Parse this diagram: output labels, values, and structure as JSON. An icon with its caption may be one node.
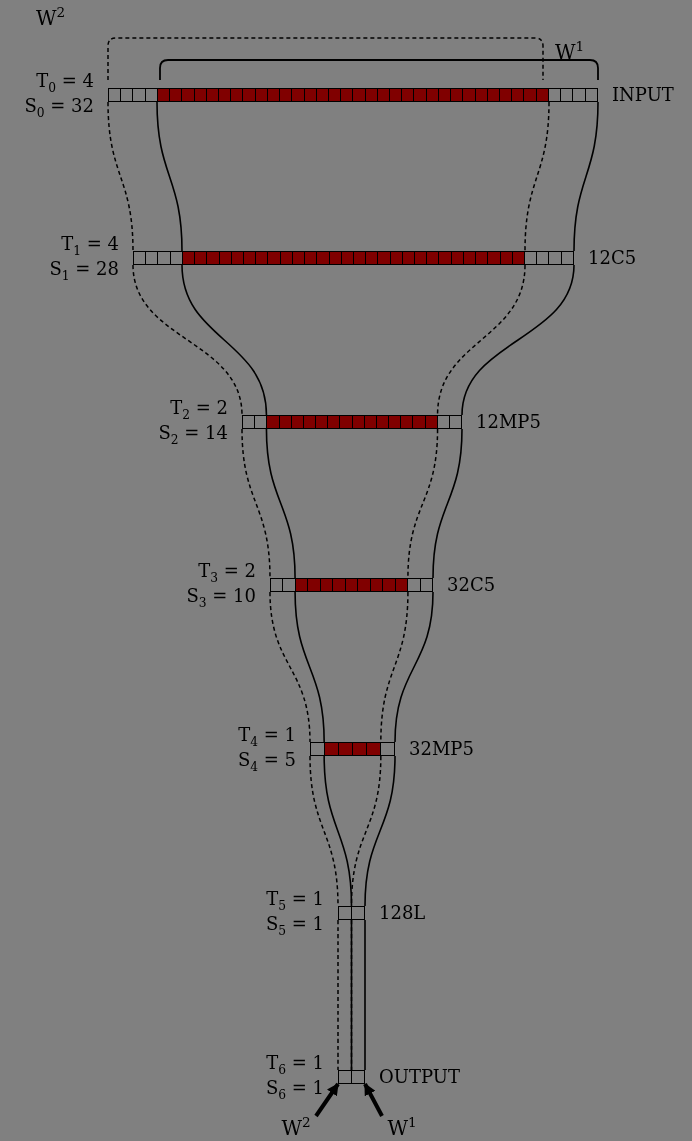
{
  "diagram": {
    "nodes": [
      {
        "text": [],
        "shape": "bar",
        "beside": [
          "T$_{0}$ = 4",
          "S$_{0}$ = 32",
          "INPUT"
        ]
      },
      {
        "text": [],
        "shape": "bar",
        "beside": [
          "T$_{1}$ = 4",
          "S$_{1}$ = 28",
          "12C5"
        ]
      },
      {
        "text": [],
        "shape": "bar",
        "beside": [
          "T$_{2}$ = 2",
          "S$_{2}$ = 14",
          "12MP5"
        ]
      },
      {
        "text": [],
        "shape": "bar",
        "beside": [
          "T$_{3}$ = 2",
          "S$_{3}$ = 10",
          "32C5"
        ]
      },
      {
        "text": [],
        "shape": "bar",
        "beside": [
          "T$_{4}$ = 1",
          "S$_{4}$ = 5",
          "32MP5"
        ]
      },
      {
        "text": [],
        "shape": "bar",
        "beside": [
          "T$_{5}$ = 1",
          "S$_{5}$ = 1",
          "128L"
        ]
      },
      {
        "text": [],
        "shape": "bar",
        "beside": [
          "T$_{6}$ = 1",
          "S$_{6}$ = 1",
          "OUTPUT"
        ]
      },
      {
        "text": [
          "W$^{2}$"
        ]
      },
      {
        "text": [
          "W$^{1}$"
        ]
      }
    ],
    "edges": [
      {
        "from": 7,
        "to": 6,
        "arrow": "to"
      },
      {
        "from": 8,
        "to": 6,
        "arrow": "to"
      }
    ],
    "labels": [
      "W$^{2}$",
      "W$^{1}$"
    ]
  }
}
